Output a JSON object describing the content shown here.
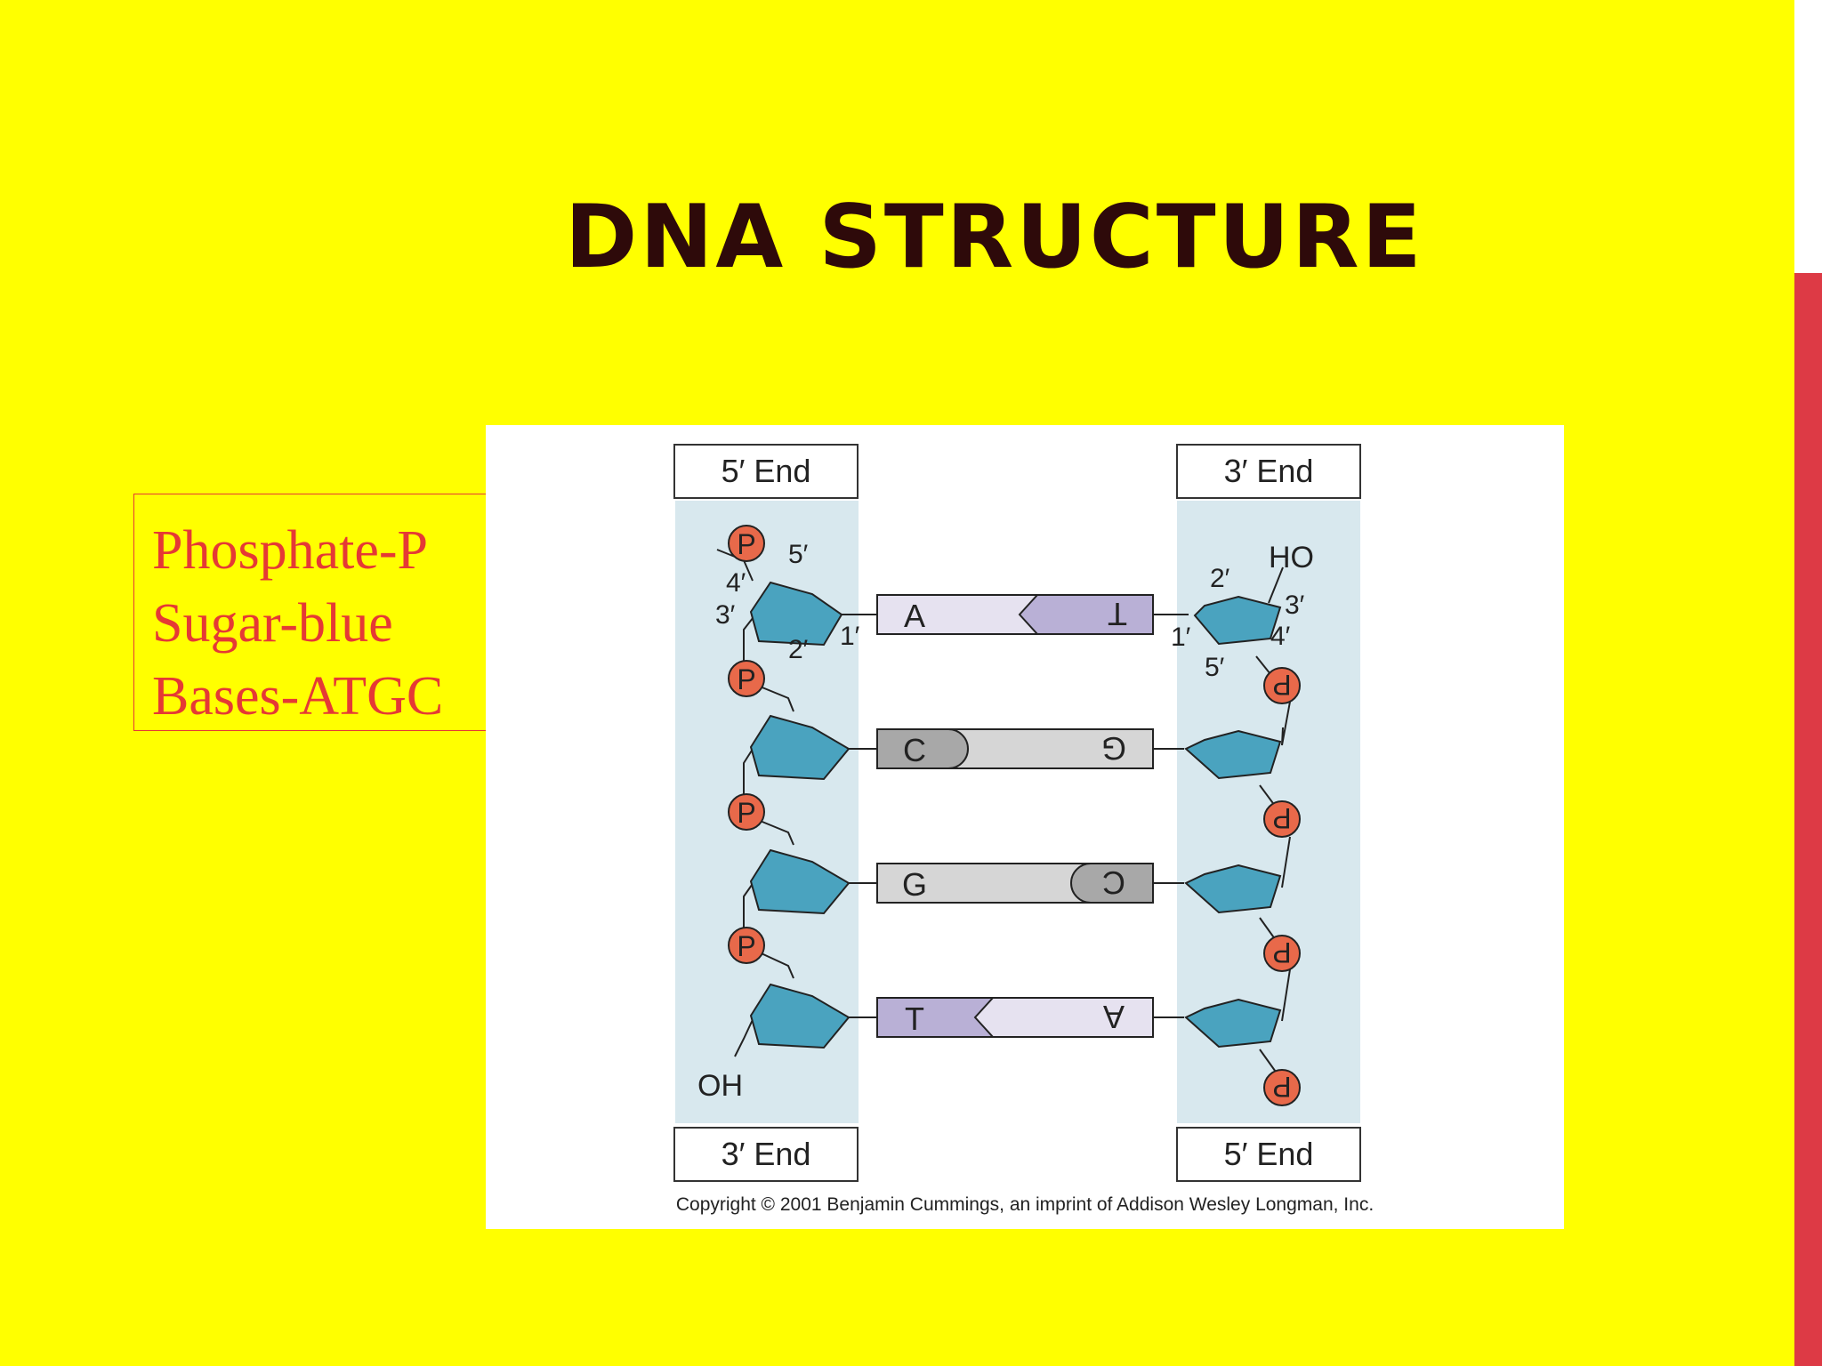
{
  "title": "DNA STRUCTURE",
  "legend": {
    "lines": [
      "Phosphate-P",
      "Sugar-blue",
      "Bases-ATGC"
    ]
  },
  "diagram": {
    "left_strand": {
      "top_label": "5′ End",
      "bottom_label": "3′ End",
      "end_group": "OH"
    },
    "right_strand": {
      "top_label": "3′ End",
      "bottom_label": "5′ End",
      "end_group": "HO"
    },
    "phosphate_label": "P",
    "carbon_labels": {
      "c1": "1′",
      "c2": "2′",
      "c3": "3′",
      "c4": "4′",
      "c5": "5′"
    },
    "base_pairs": [
      {
        "left": "A",
        "right": "T"
      },
      {
        "left": "C",
        "right": "G"
      },
      {
        "left": "G",
        "right": "C"
      },
      {
        "left": "T",
        "right": "A"
      }
    ],
    "copyright": "Copyright © 2001 Benjamin Cummings, an imprint of Addison Wesley Longman, Inc."
  },
  "colors": {
    "background": "#ffff00",
    "title": "#2e0a0a",
    "legend_text": "#e53935",
    "accent_bar": "#dd3a45",
    "strand_band": "#d8e8ee",
    "sugar": "#4aa3bf",
    "phosphate": "#e8694a",
    "purine_a_t": "#b9b0d6",
    "base_c_g": "#a8a8a8"
  }
}
